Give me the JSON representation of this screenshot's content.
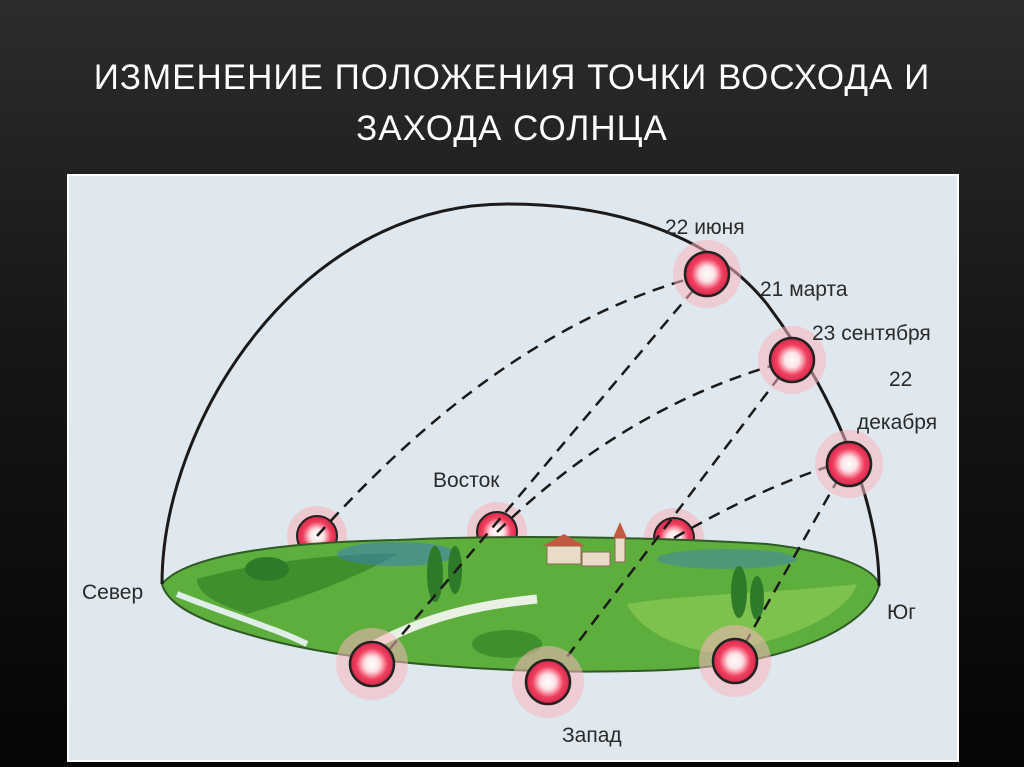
{
  "slide": {
    "title_line1": "ИЗМЕНЕНИЕ ПОЛОЖЕНИЯ ТОЧКИ ВОСХОДА И",
    "title_line2": "ЗАХОДА СОЛНЦА"
  },
  "diagram": {
    "labels": {
      "north": "Север",
      "south": "Юг",
      "east": "Восток",
      "west": "Запад",
      "june": "22 июня",
      "march": "21 марта",
      "september": "23 сентября",
      "december_day": "22",
      "december_month": "декабря"
    },
    "colors": {
      "sky": "#dfe8ee",
      "ground": "#59a83a",
      "sun_core": "#f04060",
      "sun_ray": "#f5a0a8",
      "path": "#1a1a1a"
    }
  }
}
